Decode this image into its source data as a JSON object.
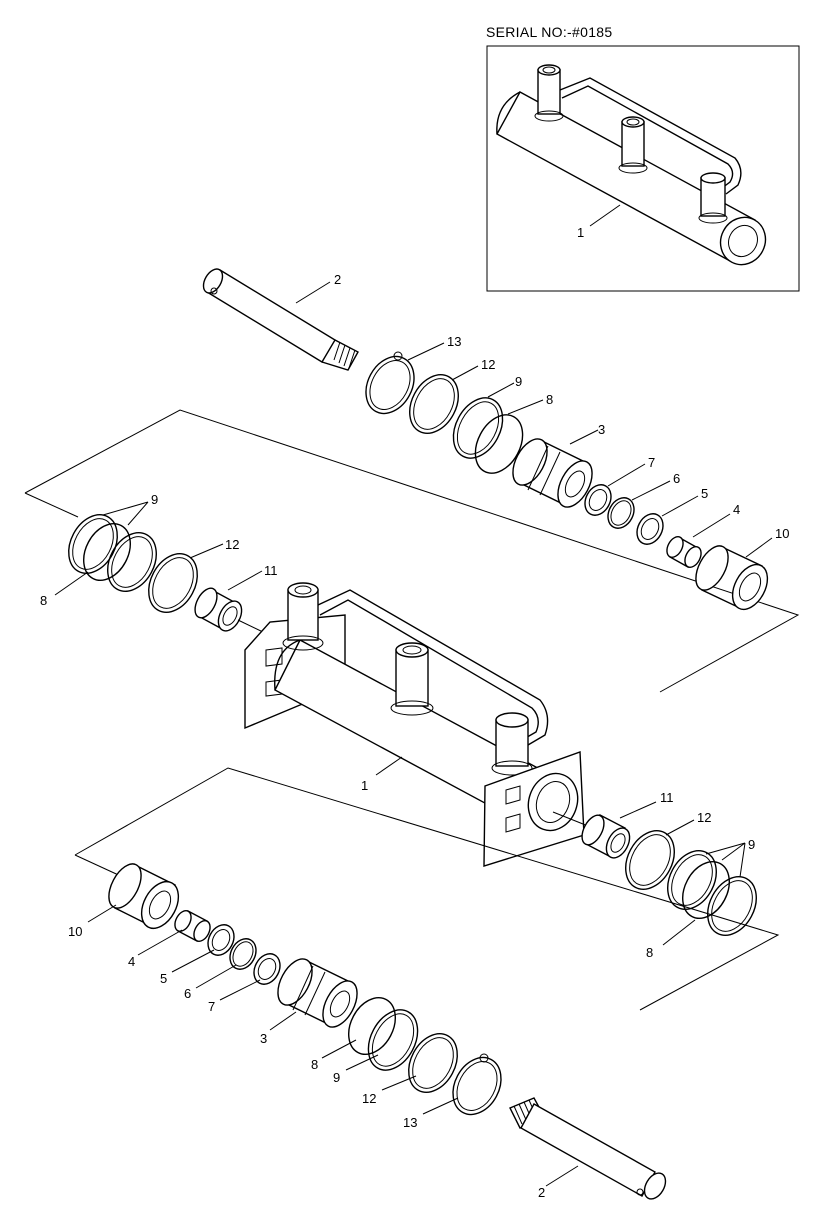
{
  "serial_label": "SERIAL NO:-#0185",
  "callouts": {
    "c1": "1",
    "c2": "2",
    "c3": "3",
    "c4": "4",
    "c5": "5",
    "c6": "6",
    "c7": "7",
    "c8": "8",
    "c9": "9",
    "c10": "10",
    "c11": "11",
    "c12": "12",
    "c13": "13"
  }
}
